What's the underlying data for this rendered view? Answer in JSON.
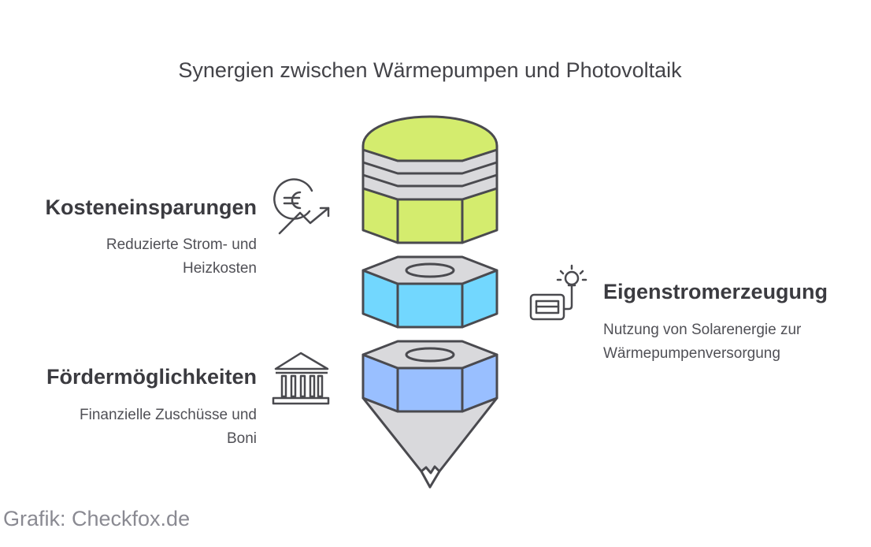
{
  "title": "Synergien zwischen Wärmepumpen und Photovoltaik",
  "sections": [
    {
      "heading": "Kosteneinsparungen",
      "description_line1": "Reduzierte Strom- und",
      "description_line2": "Heizkosten",
      "icon": "euro-growth-icon",
      "color": "#d4ec6e"
    },
    {
      "heading": "Eigenstromerzeugung",
      "description_line1": "Nutzung von Solarenergie zur",
      "description_line2": "Wärmepumpenversorgung",
      "icon": "solar-generator-icon",
      "color": "#72d7fe"
    },
    {
      "heading": "Fördermöglichkeiten",
      "description_line1": "Finanzielle Zuschüsse und",
      "description_line2": "Boni",
      "icon": "bank-icon",
      "color": "#99bfff"
    }
  ],
  "credit": "Grafik: Checkfox.de",
  "colors": {
    "top_cap": "#d4ec6e",
    "middle_nut": "#72d7fe",
    "bottom_nut": "#99bfff",
    "gray": "#d9d9dc",
    "outline": "#4a4a4f"
  }
}
